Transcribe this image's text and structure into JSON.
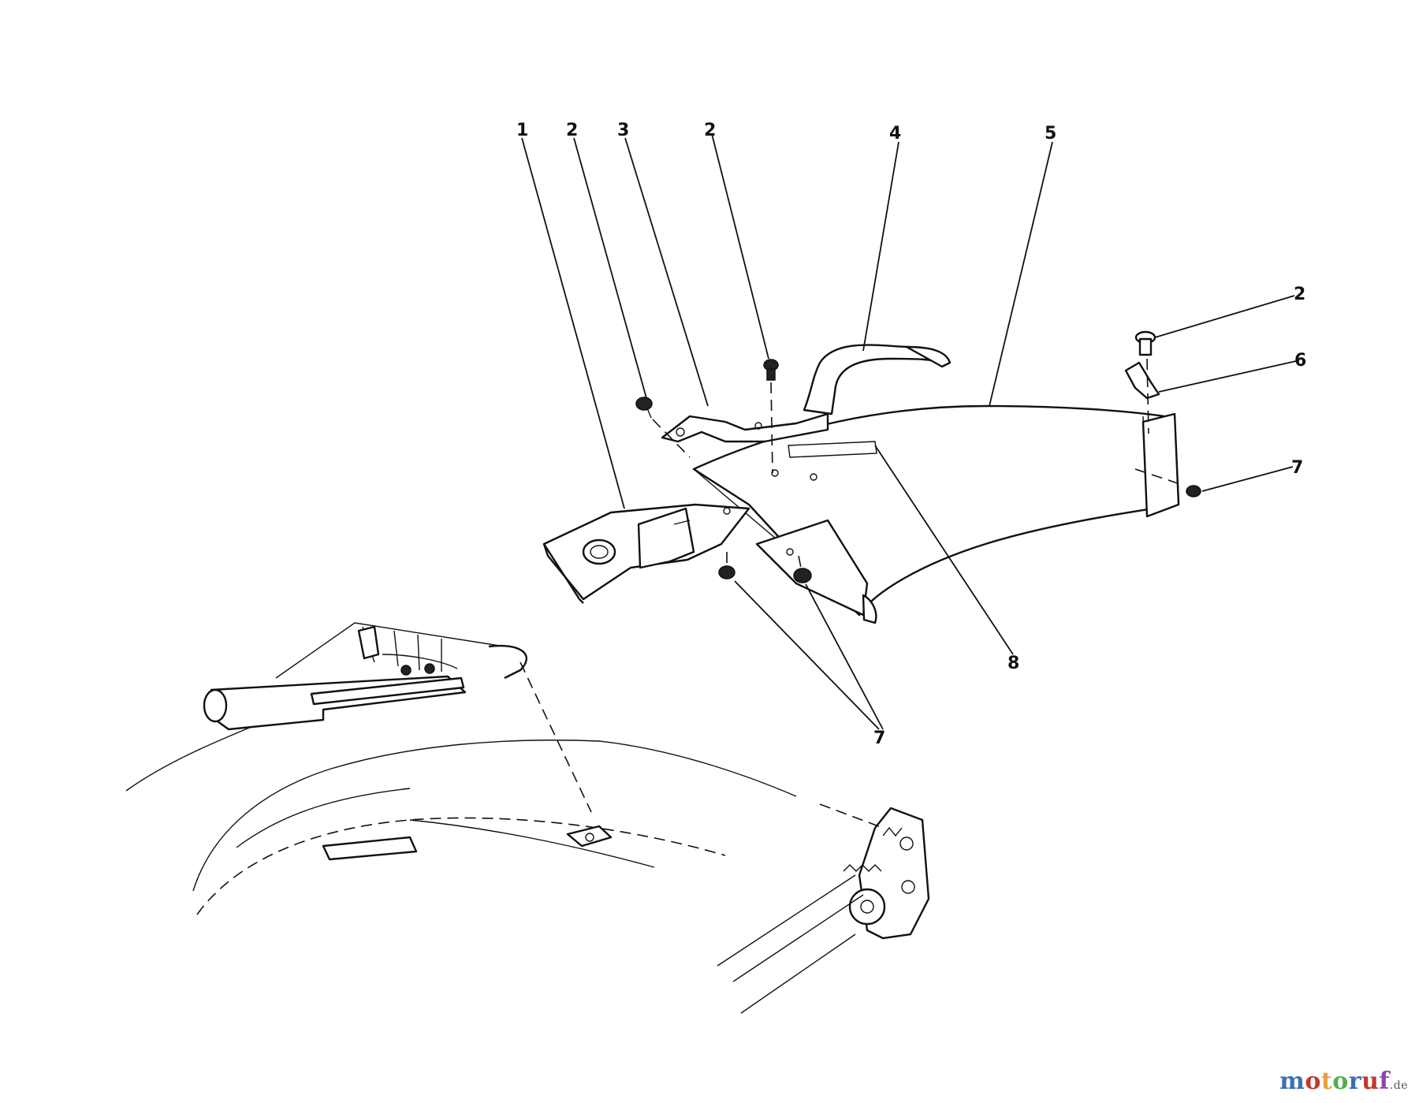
{
  "callouts": {
    "c1": "1",
    "c2a": "2",
    "c3": "3",
    "c2b": "2",
    "c4": "4",
    "c5": "5",
    "c2c": "2",
    "c6": "6",
    "c7a": "7",
    "c8": "8",
    "c7b": "7"
  },
  "watermark": {
    "letters": [
      "m",
      "o",
      "t",
      "o",
      "r",
      "u",
      "f"
    ],
    "colors": [
      "#3b6fb6",
      "#c0392b",
      "#e6a23c",
      "#4caf50",
      "#3b6fb6",
      "#c0392b",
      "#8e44ad"
    ],
    "suffix": ".de"
  }
}
